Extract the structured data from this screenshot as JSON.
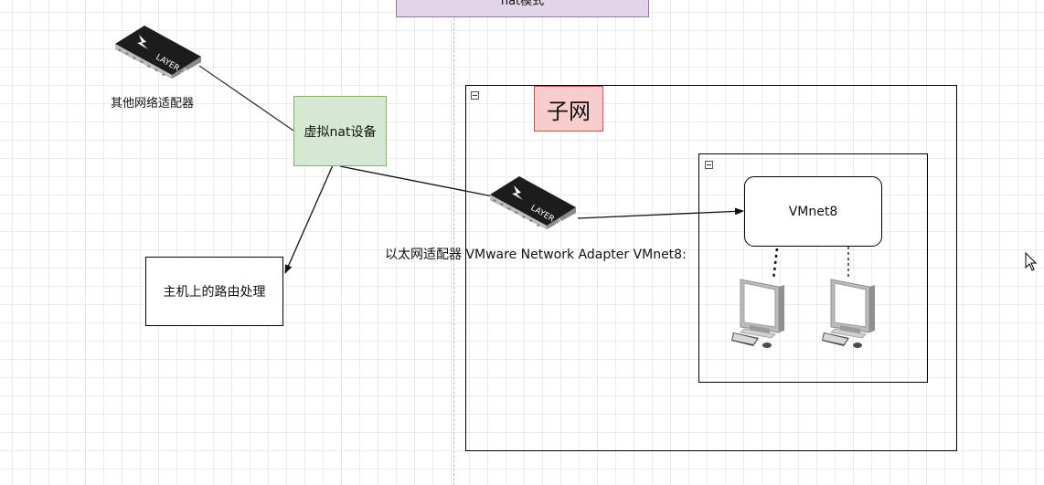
{
  "title_box": {
    "label": "nat模式"
  },
  "nodes": {
    "other_adapter_label": "其他网络适配器",
    "virtual_nat_device": "虚拟nat设备",
    "host_routing": "主机上的路由处理",
    "ethernet_adapter_label": "以太网适配器 VMware Network Adapter VMnet8:",
    "subnet_title": "子网",
    "vmnet8": "VMnet8"
  },
  "switch_icon_text": "LAYER 3",
  "colors": {
    "green_fill": "#d5e8d4",
    "green_border": "#82b366",
    "red_fill": "#f8cecc",
    "red_border": "#b85450",
    "purple_fill": "#e1d5e7",
    "purple_border": "#9673a6"
  }
}
